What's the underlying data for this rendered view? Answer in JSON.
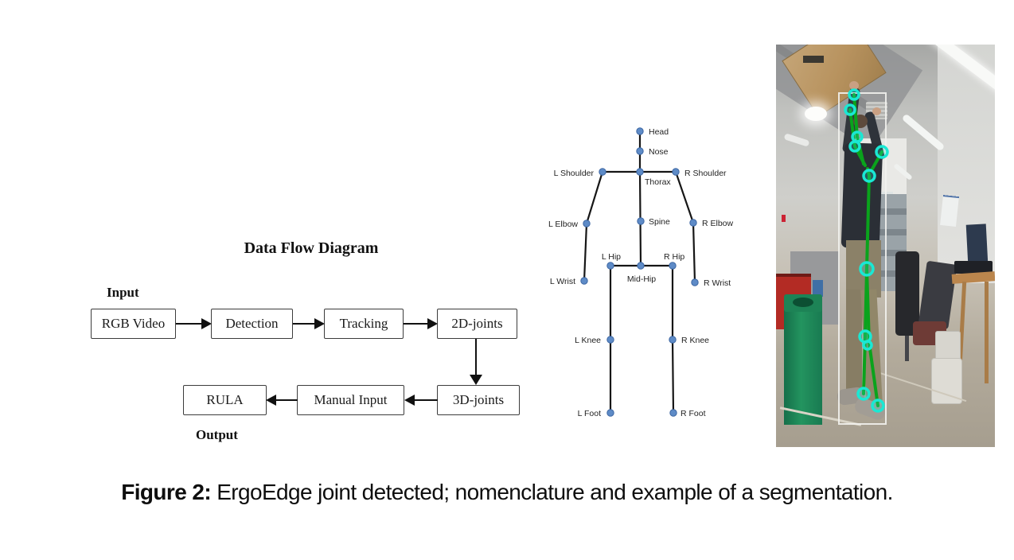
{
  "figure": {
    "caption": {
      "prefix": "Figure 2:",
      "text": " ErgoEdge joint detected; nomenclature and example of a segmentation."
    }
  },
  "flow_diagram": {
    "title": "Data Flow Diagram",
    "input_label": "Input",
    "output_label": "Output",
    "nodes": [
      {
        "label": "RGB Video"
      },
      {
        "label": "Detection"
      },
      {
        "label": "Tracking"
      },
      {
        "label": "2D-joints"
      },
      {
        "label": "RULA"
      },
      {
        "label": "Manual Input"
      },
      {
        "label": "3D-joints"
      }
    ],
    "edges": [
      "RGB Video -> Detection",
      "Detection -> Tracking",
      "Tracking -> 2D-joints",
      "2D-joints -> 3D-joints",
      "3D-joints -> Manual Input",
      "Manual Input -> RULA"
    ]
  },
  "skeleton": {
    "joints": [
      {
        "label": "Head"
      },
      {
        "label": "Nose"
      },
      {
        "label": "Thorax"
      },
      {
        "label": "L Shoulder"
      },
      {
        "label": "R Shoulder"
      },
      {
        "label": "L Elbow"
      },
      {
        "label": "R Elbow"
      },
      {
        "label": "Spine"
      },
      {
        "label": "L Wrist"
      },
      {
        "label": "R Wrist"
      },
      {
        "label": "L Hip"
      },
      {
        "label": "Mid-Hip"
      },
      {
        "label": "R Hip"
      },
      {
        "label": "L Knee"
      },
      {
        "label": "R Knee"
      },
      {
        "label": "L Foot"
      },
      {
        "label": "R Foot"
      }
    ],
    "joint_color": "#5e8bc7",
    "bone_color": "#161616"
  },
  "photo": {
    "overlay": {
      "bounding_box_color": "#f2f2ee",
      "skeleton_color": "#0aa31c",
      "joint_marker_color": "#1ae8d4"
    }
  }
}
